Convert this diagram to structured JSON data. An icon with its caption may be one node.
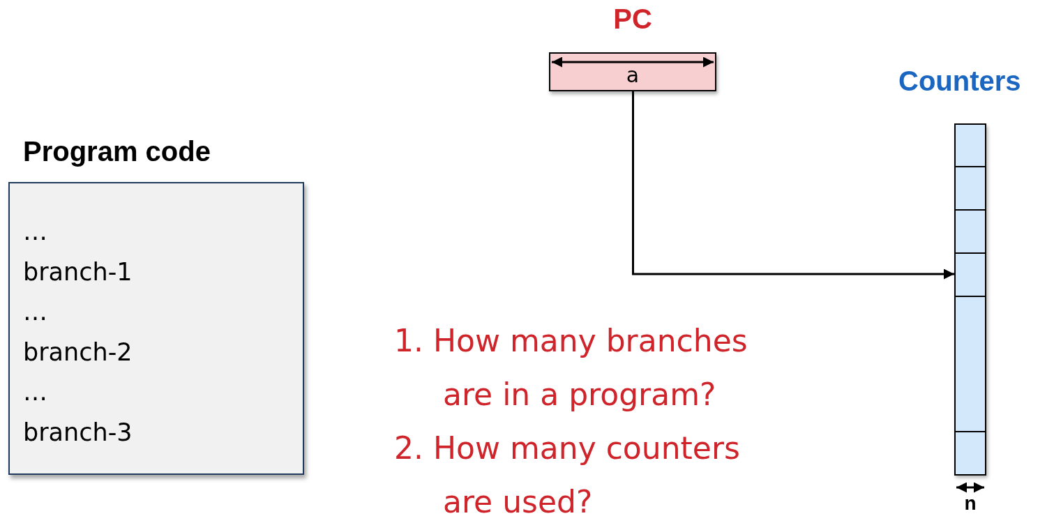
{
  "diagram": {
    "nodes": [
      {
        "text": [
          "Program code",
          "…",
          "branch-1",
          "…",
          "branch-2",
          "…",
          "branch-3"
        ]
      },
      {
        "text": [
          "PC",
          "a"
        ]
      },
      {
        "text": [
          "Counters"
        ]
      },
      {
        "text": [],
        "shape": "box",
        "in": 2
      },
      {
        "text": [],
        "shape": "box",
        "in": 2
      },
      {
        "text": [],
        "shape": "box",
        "in": 2
      },
      {
        "text": [],
        "shape": "box",
        "in": 2
      },
      {
        "text": [],
        "shape": "box",
        "in": 2
      },
      {
        "text": [],
        "shape": "box",
        "in": 2
      }
    ],
    "edges": [
      {
        "from": 1,
        "to": 6,
        "arrow": "to"
      }
    ],
    "labels": [
      "1. How many branches are in a program?",
      "2. How many counters are used?",
      "n"
    ]
  }
}
